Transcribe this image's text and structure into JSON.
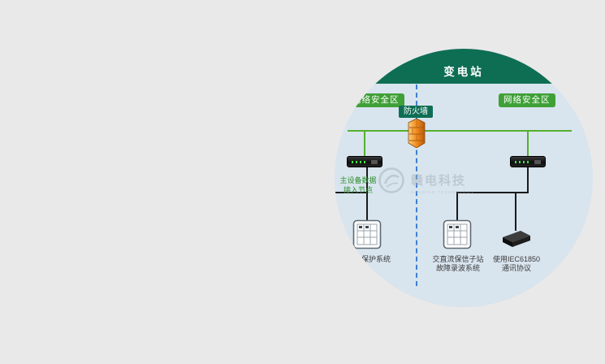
{
  "colors": {
    "page_bg": "#e9e9e9",
    "diagram_bg": "#d8e4ee",
    "header_teal": "#0e6e54",
    "zone_green": "#3fa037",
    "line_green": "#55b02e",
    "dashed_blue": "#3f7fd0",
    "firewall_orange": "#f08a1d"
  },
  "diagram": {
    "title": "变电站",
    "zone_left": "网络安全区",
    "zone_right": "网络安全区",
    "firewall_label": "防火墙",
    "access_node": {
      "line1": "主设备数据",
      "line2": "接入节点"
    },
    "device_left_label": "继电保护系统",
    "device_mid_label": {
      "line1": "交直流保信子站",
      "line2": "故障录波系统"
    },
    "device_right_label": {
      "line1": "使用IEC61850",
      "line2": "通讯协议"
    },
    "watermark": {
      "name": "赣电科技",
      "subtext": "GANDIAN TECHNOLOGY"
    }
  }
}
